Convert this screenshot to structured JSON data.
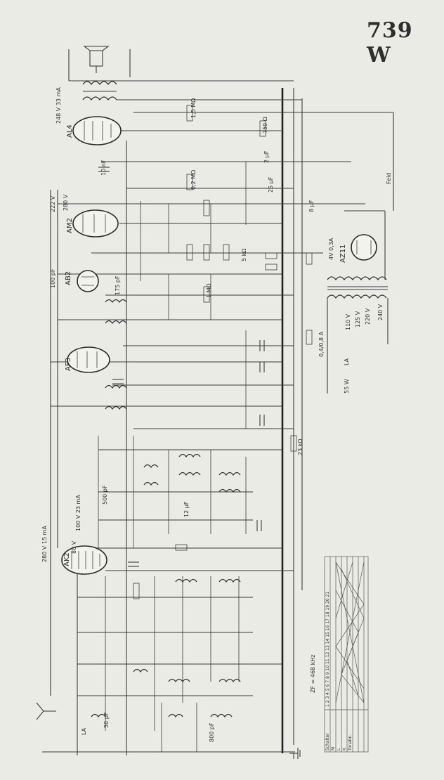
{
  "title": "739 W",
  "tubes": [
    {
      "id": "al4",
      "label": "AL4"
    },
    {
      "id": "am2a",
      "label": "AM2"
    },
    {
      "id": "ab2",
      "label": "AB2"
    },
    {
      "id": "af3",
      "label": "AF3"
    },
    {
      "id": "ak2",
      "label": "AK2"
    },
    {
      "id": "az11",
      "label": "AZ11"
    }
  ],
  "voltages": {
    "v248": "248 V 33 mA",
    "v222": "222 V",
    "v280a": "280 V",
    "v280b": "280 V 15 mA",
    "v100": "100 V 23 mA",
    "v80": "80 V",
    "mains": [
      "110 V",
      "125 V",
      "220 V",
      "240 V"
    ],
    "power": "55 W"
  },
  "components": {
    "r15m": "1,5 MΩ",
    "c750": "750 Ω",
    "c10nf": "10 nF",
    "r02m": "0,2 MΩ",
    "c2uf": "2 µF",
    "c25uf": "25 µF",
    "c100pf": "100 pF",
    "c175pf": "175 pF",
    "r1m": "1 MΩ",
    "r5k": "5 kΩ",
    "c8uf": "8 µF",
    "c12uf": "12 µF",
    "c800pf": "800 pF",
    "c50pf": "50 pF",
    "c500pf": "500 pF",
    "r23k": "23 kΩ",
    "fuse": "0,4/0,8 A",
    "lamp": "4V 0,3A",
    "zf": "ZF = 468 kHz",
    "feld": "Feld",
    "la": "LA"
  },
  "switch_table": {
    "header": [
      "Schalter",
      "M",
      "L",
      "K",
      "Tonabn."
    ],
    "contacts": "1 2 3 4 5 6 7 8 9 10 11 12 13 14 15 16 17 18 19 20 21"
  }
}
